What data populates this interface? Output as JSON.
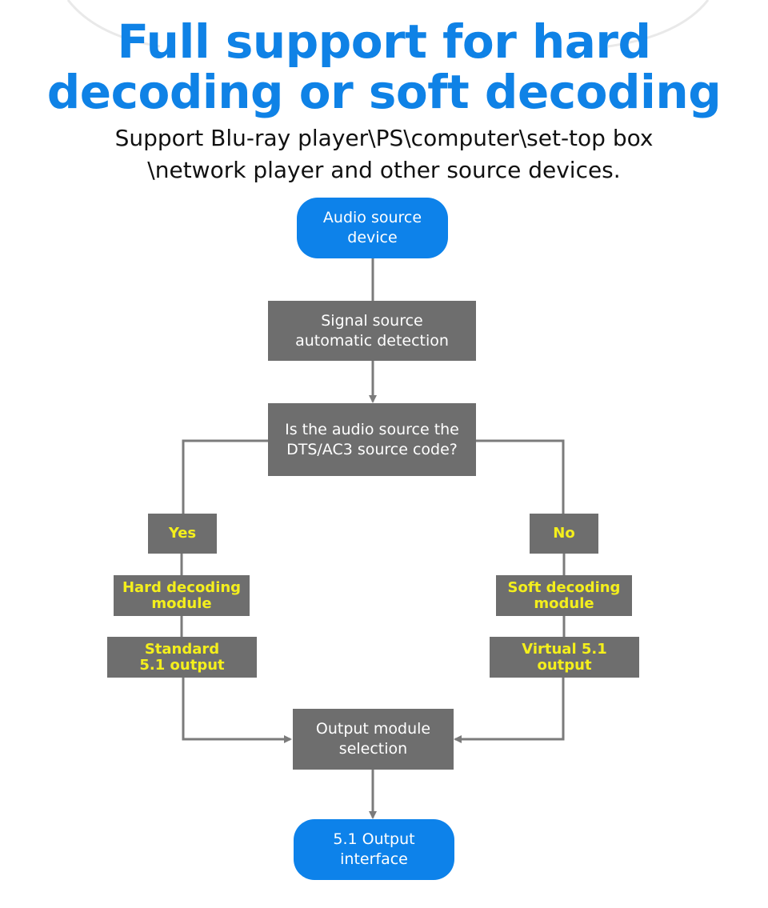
{
  "header": {
    "title_line1": "Full support for hard",
    "title_line2": "decoding or soft decoding",
    "subtitle_line1": "Support Blu-ray player\\PS\\computer\\set-top box",
    "subtitle_line2": "\\network player and other source devices."
  },
  "flowchart": {
    "audio_source": [
      "Audio source",
      "device"
    ],
    "signal_detection": [
      "Signal source",
      "automatic detection"
    ],
    "decision": [
      "Is the audio source the",
      "DTS/AC3 source code?"
    ],
    "yes_label": "Yes",
    "no_label": "No",
    "hard_decoding": [
      "Hard decoding",
      "module"
    ],
    "soft_decoding": [
      "Soft decoding",
      "module"
    ],
    "standard_output": [
      "Standard",
      "5.1 output"
    ],
    "virtual_output": [
      "Virtual 5.1",
      "output"
    ],
    "output_selection": [
      "Output module",
      "selection"
    ],
    "output_interface": [
      "5.1 Output",
      "interface"
    ]
  },
  "colors": {
    "accent_blue": "#0f82e6",
    "box_gray": "#6e6e6e",
    "connector_gray": "#7b7b7b",
    "highlight_yellow": "#f4ef1c"
  }
}
